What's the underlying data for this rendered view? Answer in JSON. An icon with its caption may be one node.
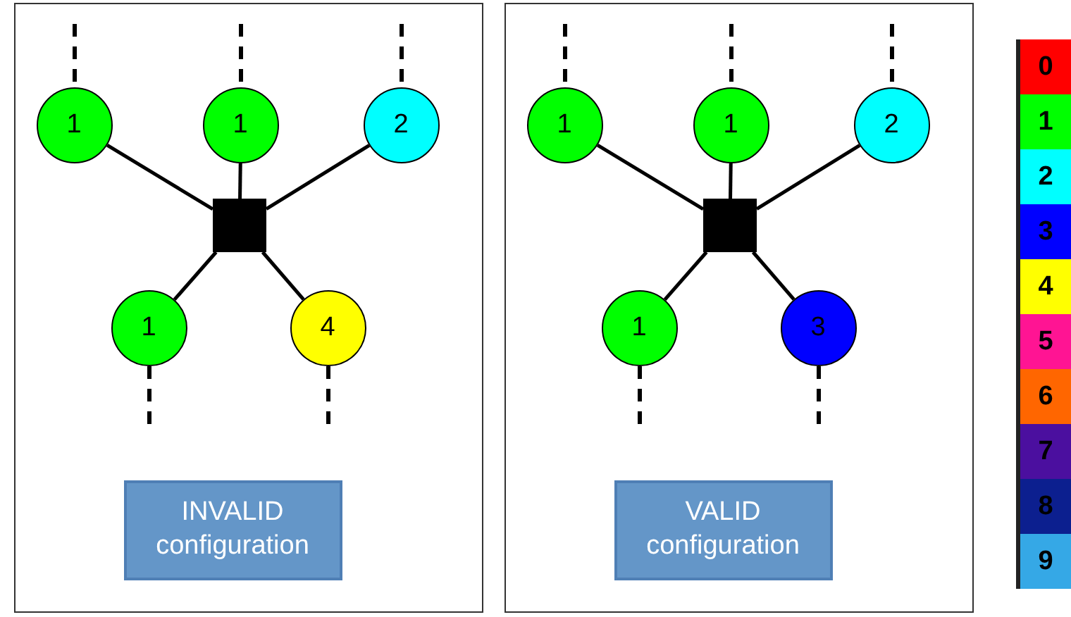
{
  "diagram": {
    "nodes": [
      {
        "text": [],
        "shape": "box"
      },
      {
        "text": [
          "1"
        ],
        "in": 0
      },
      {
        "text": [
          "1"
        ],
        "in": 0
      },
      {
        "text": [
          "2"
        ],
        "in": 0
      },
      {
        "text": [],
        "shape": "box",
        "in": 0
      },
      {
        "text": [
          "1"
        ],
        "in": 0
      },
      {
        "text": [
          "4"
        ],
        "in": 0
      },
      {
        "text": [
          "INVALID configuration"
        ],
        "in": 0
      },
      {
        "text": [],
        "shape": "box"
      },
      {
        "text": [
          "1"
        ],
        "in": 8
      },
      {
        "text": [
          "1"
        ],
        "in": 8
      },
      {
        "text": [
          "2"
        ],
        "in": 8
      },
      {
        "text": [],
        "shape": "box",
        "in": 8
      },
      {
        "text": [
          "1"
        ],
        "in": 8
      },
      {
        "text": [
          "3"
        ],
        "in": 8
      },
      {
        "text": [
          "VALID configuration"
        ],
        "in": 8
      }
    ],
    "edges": [
      {
        "from": null,
        "to": 1,
        "arrow": "none",
        "style": "dashed"
      },
      {
        "from": null,
        "to": 2,
        "arrow": "none",
        "style": "dashed"
      },
      {
        "from": null,
        "to": 3,
        "arrow": "none",
        "style": "dashed"
      },
      {
        "from": 1,
        "to": 4,
        "arrow": "none"
      },
      {
        "from": 2,
        "to": 4,
        "arrow": "none"
      },
      {
        "from": 3,
        "to": 4,
        "arrow": "none"
      },
      {
        "from": 4,
        "to": 5,
        "arrow": "none"
      },
      {
        "from": 4,
        "to": 6,
        "arrow": "none"
      },
      {
        "from": 5,
        "to": null,
        "arrow": "none",
        "style": "dashed"
      },
      {
        "from": 6,
        "to": null,
        "arrow": "none",
        "style": "dashed"
      },
      {
        "from": null,
        "to": 9,
        "arrow": "none",
        "style": "dashed"
      },
      {
        "from": null,
        "to": 10,
        "arrow": "none",
        "style": "dashed"
      },
      {
        "from": null,
        "to": 11,
        "arrow": "none",
        "style": "dashed"
      },
      {
        "from": 9,
        "to": 12,
        "arrow": "none"
      },
      {
        "from": 10,
        "to": 12,
        "arrow": "none"
      },
      {
        "from": 11,
        "to": 12,
        "arrow": "none"
      },
      {
        "from": 12,
        "to": 13,
        "arrow": "none"
      },
      {
        "from": 12,
        "to": 14,
        "arrow": "none"
      },
      {
        "from": 13,
        "to": null,
        "arrow": "none",
        "style": "dashed"
      },
      {
        "from": 14,
        "to": null,
        "arrow": "none",
        "style": "dashed"
      }
    ],
    "legend": [
      {
        "text": "0",
        "color": "#ff0000"
      },
      {
        "text": "1",
        "color": "#00ff00"
      },
      {
        "text": "2",
        "color": "#00ffff"
      },
      {
        "text": "3",
        "color": "#0000ff"
      },
      {
        "text": "4",
        "color": "#ffff00"
      },
      {
        "text": "5",
        "color": "#ff1493"
      },
      {
        "text": "6",
        "color": "#ff6600"
      },
      {
        "text": "7",
        "color": "#4b0f9f"
      },
      {
        "text": "8",
        "color": "#0c1f8f"
      },
      {
        "text": "9",
        "color": "#35a8e6"
      }
    ]
  }
}
